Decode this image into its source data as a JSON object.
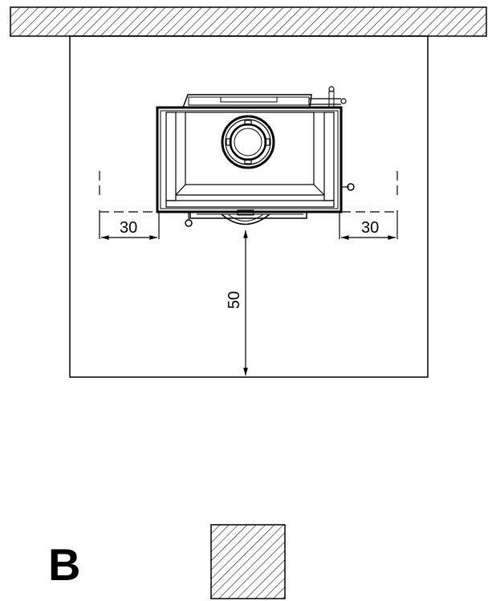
{
  "dimensions": {
    "left_clearance": "30",
    "right_clearance": "30",
    "front_clearance": "50"
  },
  "view_label": "B",
  "colors": {
    "line": "#000000",
    "background": "#ffffff"
  }
}
